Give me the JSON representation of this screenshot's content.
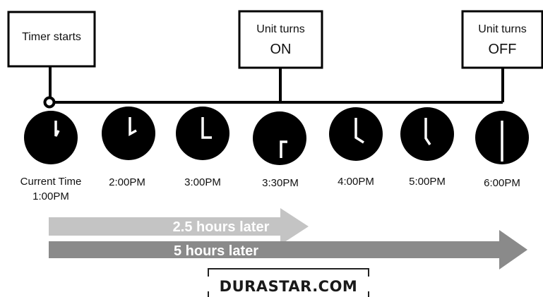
{
  "callouts": {
    "timer": {
      "line1": "Timer starts"
    },
    "on": {
      "line1": "Unit turns",
      "line2": "ON"
    },
    "off": {
      "line1": "Unit turns",
      "line2": "OFF"
    }
  },
  "clocks": [
    {
      "line1": "Current Time",
      "line2": "1:00PM"
    },
    {
      "line1": "2:00PM"
    },
    {
      "line1": "3:00PM"
    },
    {
      "line1": "3:30PM"
    },
    {
      "line1": "4:00PM"
    },
    {
      "line1": "5:00PM"
    },
    {
      "line1": "6:00PM"
    }
  ],
  "arrows": {
    "short": {
      "label": "2.5 hours later",
      "color": "#c4c4c4"
    },
    "long": {
      "label": "5 hours later",
      "color": "#8a8a8a"
    }
  },
  "brand": {
    "text": "DURASTAR.COM"
  }
}
